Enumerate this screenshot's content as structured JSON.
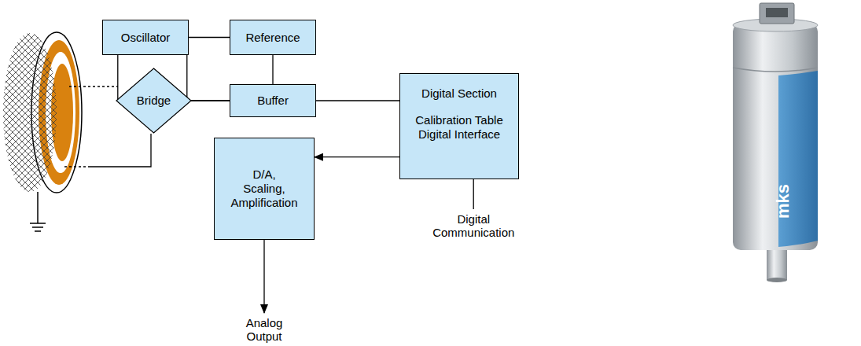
{
  "diagram": {
    "nodes": [
      {
        "text": [
          "Oscillator"
        ]
      },
      {
        "text": [
          "Reference"
        ]
      },
      {
        "text": [
          "Bridge"
        ]
      },
      {
        "text": [
          "Buffer"
        ]
      },
      {
        "text": [
          "Digital Section",
          "Calibration Table Digital Interface"
        ]
      },
      {
        "text": [
          "D/A, Scaling, Amplification"
        ]
      }
    ],
    "edges": [
      {
        "from": 0,
        "to": 1,
        "arrow": "none"
      },
      {
        "from": 0,
        "to": 2,
        "arrow": "none"
      },
      {
        "from": 1,
        "to": 3,
        "arrow": "none"
      },
      {
        "from": 2,
        "to": 3,
        "arrow": "none"
      },
      {
        "from": 0,
        "to": 3,
        "arrow": "none"
      },
      {
        "from": 3,
        "to": 4,
        "arrow": "none"
      },
      {
        "from": 4,
        "to": 5,
        "arrow": "to"
      }
    ],
    "labels": [
      "Digital Communication",
      "Analog Output",
      "mks"
    ]
  }
}
